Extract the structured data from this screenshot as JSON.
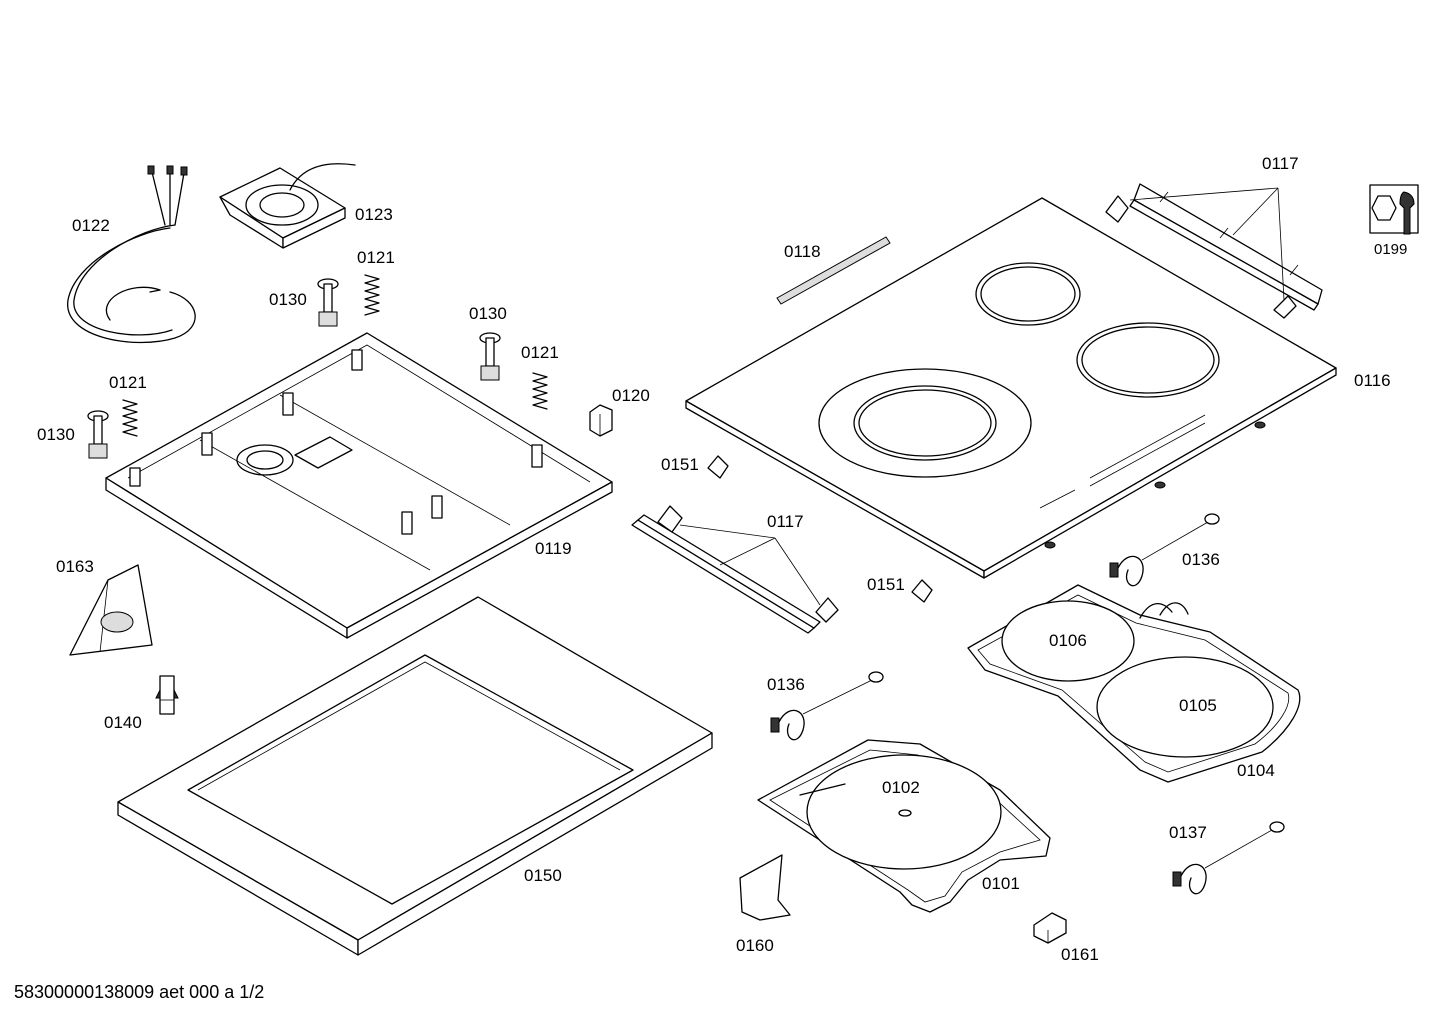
{
  "footer": {
    "doc_id": "58300000138009 aet 000 a 1/2"
  },
  "parts": {
    "p0117a": "0117",
    "p0117b": "0117",
    "p0199": "0199",
    "p0122": "0122",
    "p0123": "0123",
    "p0121a": "0121",
    "p0121b": "0121",
    "p0121c": "0121",
    "p0130a": "0130",
    "p0130b": "0130",
    "p0130c": "0130",
    "p0118": "0118",
    "p0116": "0116",
    "p0120": "0120",
    "p0151a": "0151",
    "p0151b": "0151",
    "p0119": "0119",
    "p0163": "0163",
    "p0136a": "0136",
    "p0136b": "0136",
    "p0106": "0106",
    "p0105": "0105",
    "p0104": "0104",
    "p0140": "0140",
    "p0102": "0102",
    "p0137": "0137",
    "p0150": "0150",
    "p0101": "0101",
    "p0160": "0160",
    "p0161": "0161"
  }
}
